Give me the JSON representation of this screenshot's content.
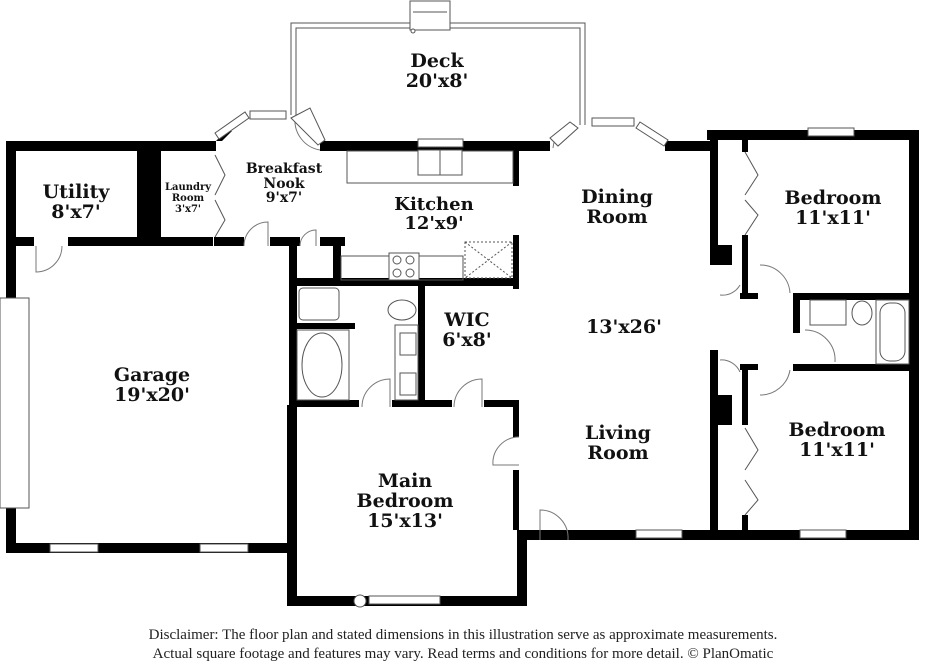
{
  "rooms": {
    "deck": {
      "name": "Deck",
      "size": "20'x8'"
    },
    "utility": {
      "name": "Utility",
      "size": "8'x7'"
    },
    "laundry": {
      "name_line1": "Laundry",
      "name_line2": "Room",
      "size": "3'x7'"
    },
    "breakfast_nook": {
      "name_line1": "Breakfast",
      "name_line2": "Nook",
      "size": "9'x7'"
    },
    "kitchen": {
      "name": "Kitchen",
      "size": "12'x9'"
    },
    "dining_room": {
      "name_line1": "Dining",
      "name_line2": "Room"
    },
    "living_dining_size": "13'x26'",
    "living_room": {
      "name_line1": "Living",
      "name_line2": "Room"
    },
    "garage": {
      "name": "Garage",
      "size": "19'x20'"
    },
    "wic": {
      "name": "WIC",
      "size": "6'x8'"
    },
    "main_bedroom": {
      "name_line1": "Main",
      "name_line2": "Bedroom",
      "size": "15'x13'"
    },
    "bedroom_upper": {
      "name": "Bedroom",
      "size": "11'x11'"
    },
    "bedroom_lower": {
      "name": "Bedroom",
      "size": "11'x11'"
    }
  },
  "disclaimer": {
    "line1": "Disclaimer: The floor plan and stated dimensions in this illustration serve as approximate measurements.",
    "line2": "Actual square footage and features may vary. Read terms and conditions for more detail. © PlanOmatic"
  }
}
